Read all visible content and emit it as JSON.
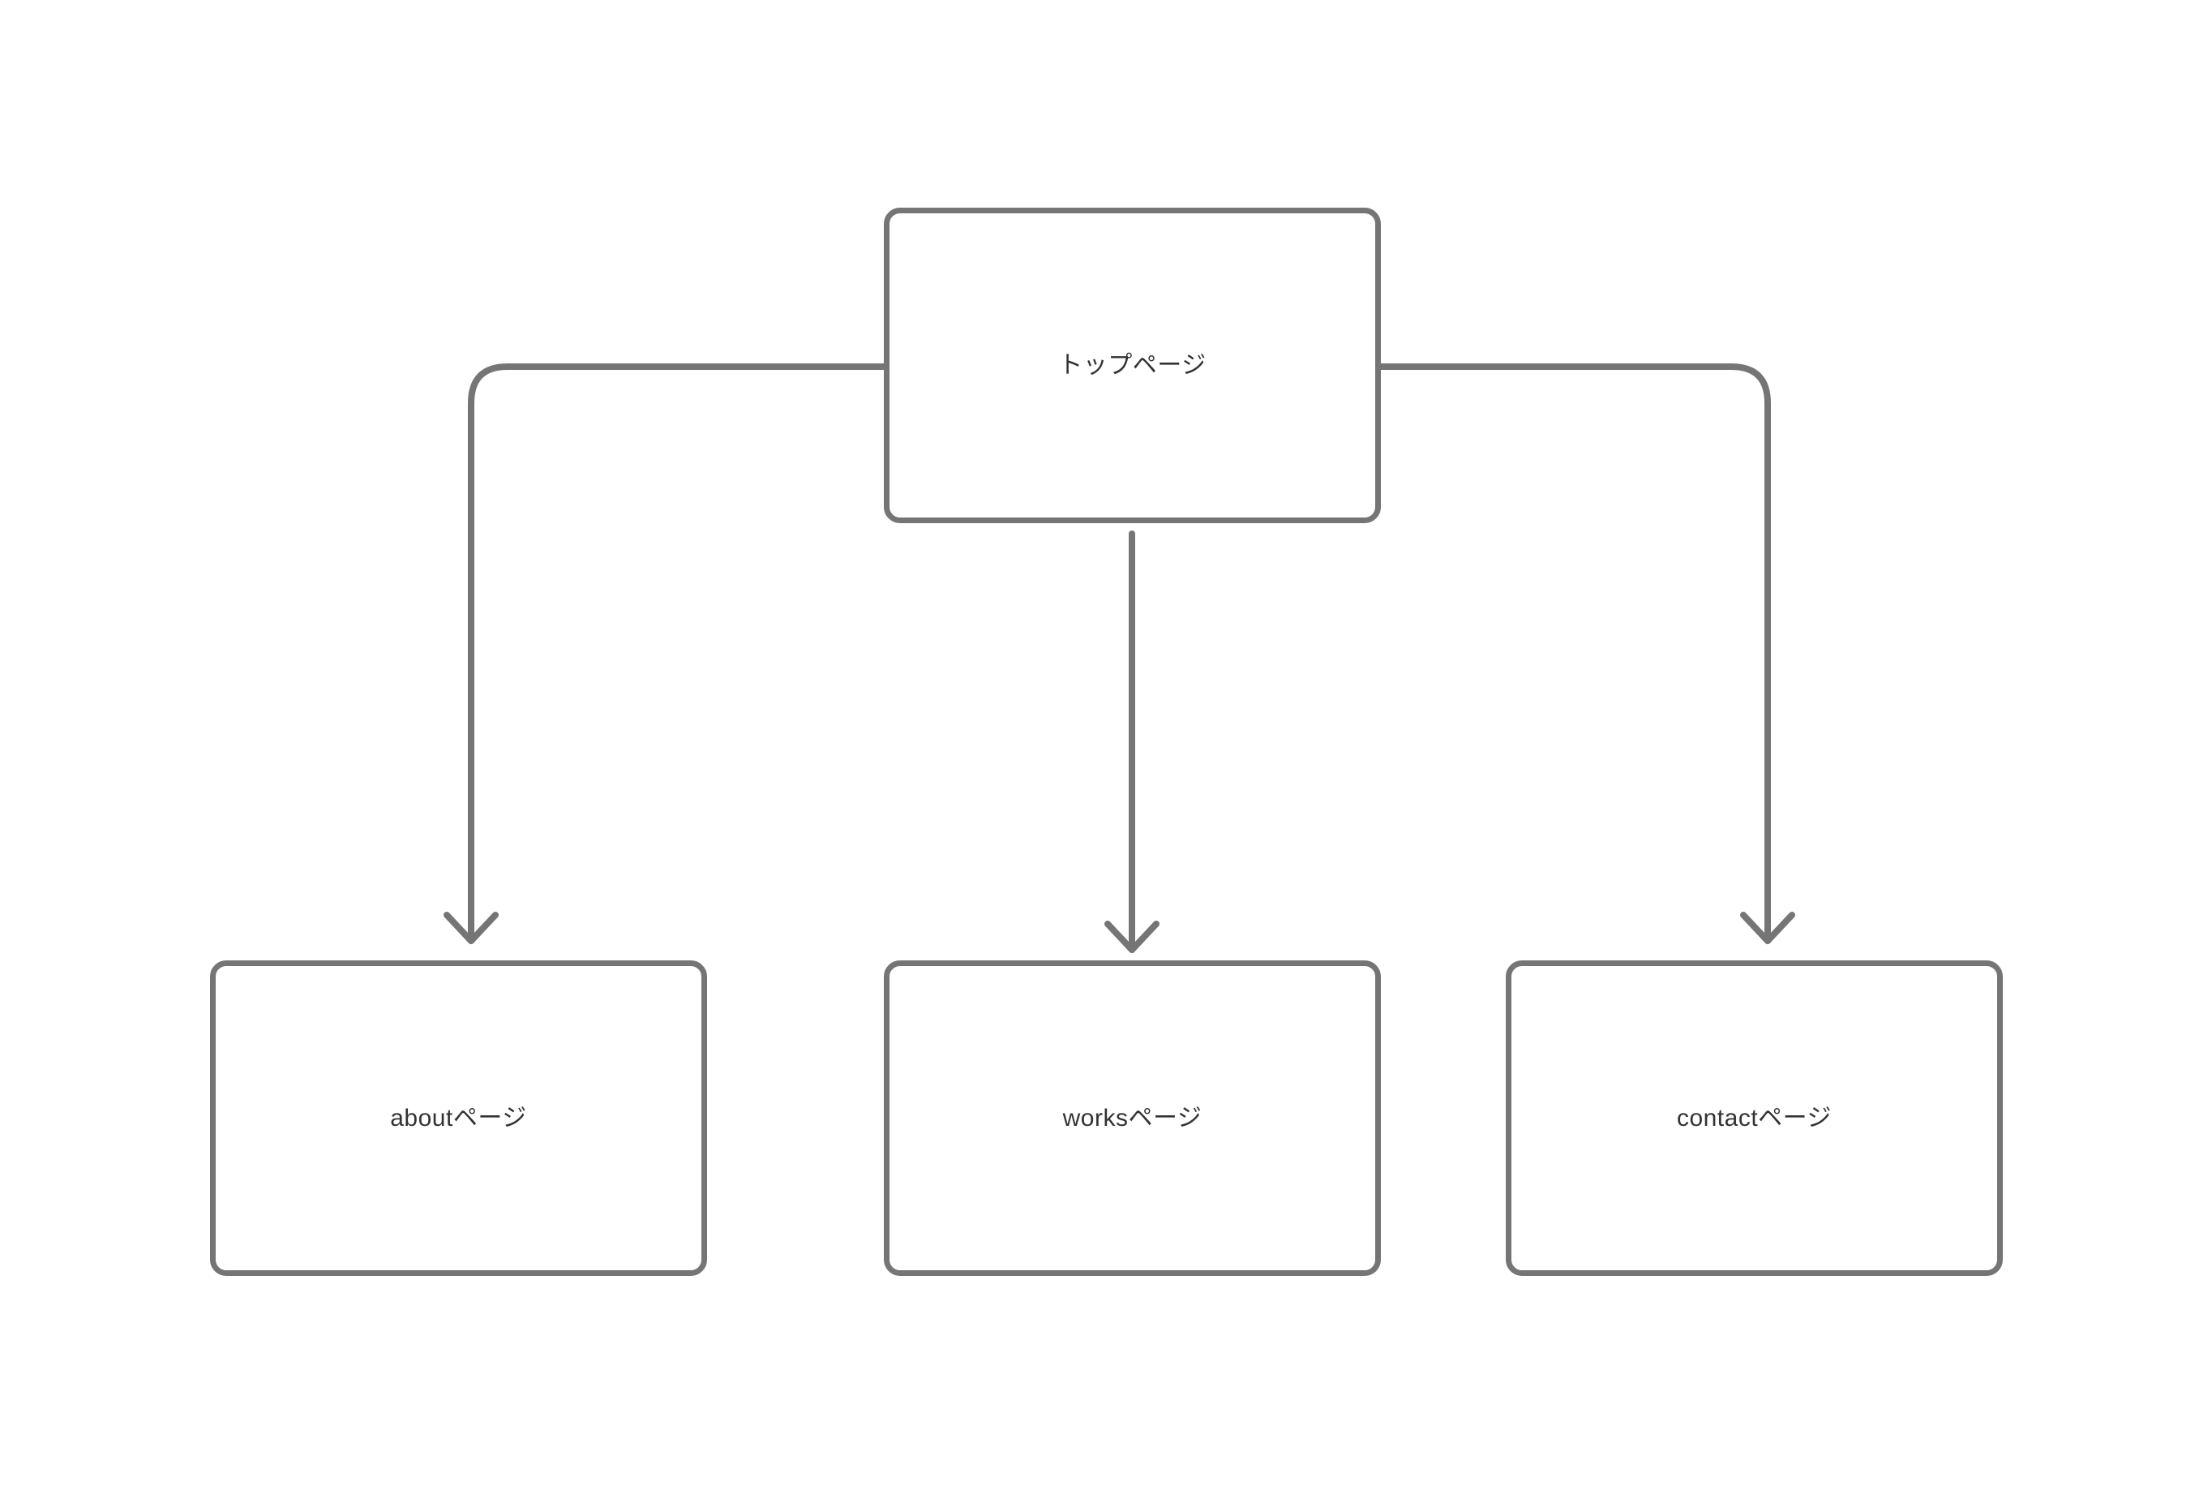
{
  "diagram": {
    "type": "sitemap-flowchart",
    "nodes": [
      {
        "id": "top",
        "label": "トップページ"
      },
      {
        "id": "about",
        "label": "aboutページ"
      },
      {
        "id": "works",
        "label": "worksページ"
      },
      {
        "id": "contact",
        "label": "contactページ"
      }
    ],
    "edges": [
      {
        "from": "top",
        "to": "about"
      },
      {
        "from": "top",
        "to": "works"
      },
      {
        "from": "top",
        "to": "contact"
      }
    ],
    "colors": {
      "background": "#ffffff",
      "stroke": "#757575",
      "node_fill": "#ffffff",
      "text": "#333333"
    }
  }
}
